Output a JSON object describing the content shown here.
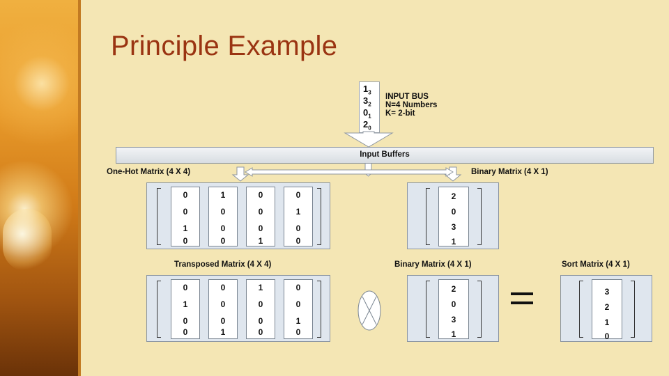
{
  "slide": {
    "title": "Principle Example"
  },
  "input_bus": {
    "numbers": [
      {
        "value": "1",
        "index": "3"
      },
      {
        "value": "3",
        "index": "2"
      },
      {
        "value": "0",
        "index": "1"
      },
      {
        "value": "2",
        "index": "0"
      }
    ],
    "info": [
      "INPUT BUS",
      "N=4 Numbers",
      "K= 2-bit"
    ]
  },
  "input_buffers": {
    "label": "Input Buffers"
  },
  "one_hot_matrix": {
    "label": "One-Hot Matrix (4 X 4)",
    "columns": [
      [
        "0",
        "0",
        "1",
        "0"
      ],
      [
        "1",
        "0",
        "0",
        "0"
      ],
      [
        "0",
        "0",
        "0",
        "1"
      ],
      [
        "0",
        "1",
        "0",
        "0"
      ]
    ]
  },
  "binary_matrix_top": {
    "label": "Binary Matrix (4 X 1)",
    "values": [
      "2",
      "0",
      "3",
      "1"
    ]
  },
  "transposed_matrix": {
    "label": "Transposed Matrix (4 X 4)",
    "columns": [
      [
        "0",
        "1",
        "0",
        "0"
      ],
      [
        "0",
        "0",
        "0",
        "1"
      ],
      [
        "1",
        "0",
        "0",
        "0"
      ],
      [
        "0",
        "0",
        "1",
        "0"
      ]
    ]
  },
  "binary_matrix_bottom": {
    "label": "Binary Matrix (4 X 1)",
    "values": [
      "2",
      "0",
      "3",
      "1"
    ]
  },
  "sort_matrix": {
    "label": "Sort Matrix (4 X 1)",
    "values": [
      "3",
      "2",
      "1",
      "0"
    ]
  },
  "colors": {
    "title": "#9a3412",
    "background": "#f4e6b4",
    "matrix_fill": "#dfe6ee"
  }
}
